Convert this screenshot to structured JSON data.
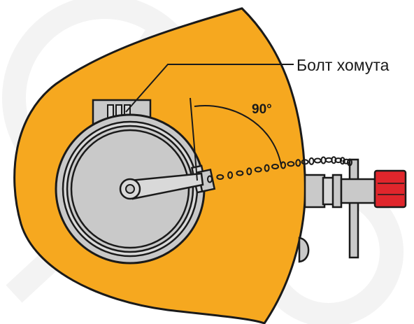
{
  "labels": {
    "bolt": "Болт хомута",
    "angle": "90°"
  },
  "colors": {
    "body": "#f6a81f",
    "outline": "#1a1a1a",
    "metal": "#c9c9c9",
    "metal_light": "#d9d9d9",
    "cap_red": "#e0262c",
    "watermark": "#f3f3f3"
  },
  "icons": {
    "watermark": "logo-watermark",
    "hatch": "circular-hatch-cover",
    "chain": "chain",
    "valve": "valve-fitting"
  }
}
